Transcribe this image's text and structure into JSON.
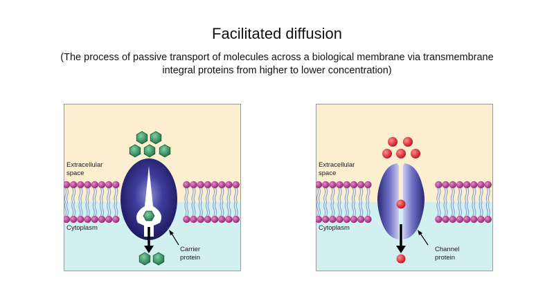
{
  "header": {
    "title": "Facilitated diffusion",
    "subtitle_line1": "(The process of passive transport of molecules across a biological membrane via transmembrane",
    "subtitle_line2": "integral proteins from higher to lower concentration)"
  },
  "panels": [
    {
      "extracellular_line1": "Extracellular",
      "extracellular_line2": "space",
      "cytoplasm": "Cytoplasm",
      "protein_line1": "Carrier",
      "protein_line2": "protein",
      "molecule_shape": "hexagon",
      "molecule_color": "#2e8a5a"
    },
    {
      "extracellular_line1": "Extracellular",
      "extracellular_line2": "space",
      "cytoplasm": "Cytoplasm",
      "protein_line1": "Channel",
      "protein_line2": "protein",
      "molecule_shape": "sphere",
      "molecule_color": "#e01b24"
    }
  ],
  "colors": {
    "extracellular_bg": "#fbefcf",
    "cytoplasm_bg": "#d3f0f0",
    "lipid_head": "#b53a8e",
    "lipid_tail": "#8aa6d6",
    "protein": "#2b2a7e"
  }
}
